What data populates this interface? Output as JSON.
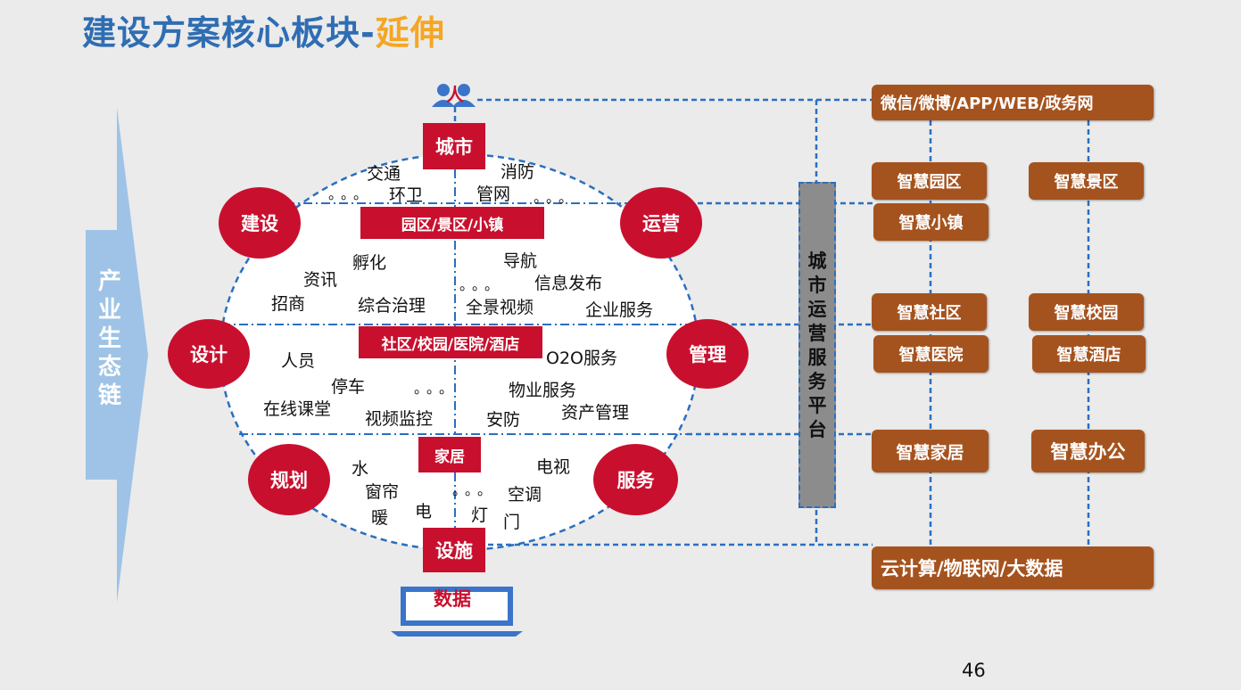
{
  "title": {
    "main": "建设方案核心板块-",
    "accent": "延伸"
  },
  "chain": {
    "label": "产业生态链"
  },
  "nodes": {
    "user": "人",
    "city": "城市",
    "facility": "设施",
    "data": "数据"
  },
  "petals": {
    "build": "建设",
    "operate": "运营",
    "design": "设计",
    "manage": "管理",
    "plan": "规划",
    "service": "服务"
  },
  "layers": {
    "park": "园区/景区/小镇",
    "community": "社区/校园/医院/酒店",
    "home": "家居"
  },
  "city_words": {
    "w1": "交通",
    "w2": "环卫",
    "w3": "消防",
    "w4": "管网"
  },
  "park_words": {
    "w1": "孵化",
    "w2": "资讯",
    "w3": "招商",
    "w4": "综合治理",
    "w5": "导航",
    "w6": "信息发布",
    "w7": "全景视频",
    "w8": "企业服务"
  },
  "community_words": {
    "w1": "人员",
    "w2": "停车",
    "w3": "在线课堂",
    "w4": "视频监控",
    "w5": "O2O服务",
    "w6": "物业服务",
    "w7": "安防",
    "w8": "资产管理"
  },
  "home_words": {
    "w1": "水",
    "w2": "窗帘",
    "w3": "暖",
    "w4": "电",
    "w5": "电视",
    "w6": "空调",
    "w7": "灯",
    "w8": "门"
  },
  "dots": "。。。",
  "platform": {
    "label": "城市运营服务平台"
  },
  "channels": {
    "top": "微信/微博/APP/WEB/政务网",
    "bottom": "云计算/物联网/大数据"
  },
  "smart": {
    "park": "智慧园区",
    "scenic": "智慧景区",
    "town": "智慧小镇",
    "community": "智慧社区",
    "campus": "智慧校园",
    "hospital": "智慧医院",
    "hotel": "智慧酒店",
    "home": "智慧家居",
    "office": "智慧办公"
  },
  "page_number": "46",
  "colors": {
    "title_blue": "#2f6db3",
    "accent": "#f5a623",
    "red": "#c8102e",
    "brown": "#a5531e",
    "dash_blue": "#2a6fc0",
    "arrow_blue": "#9ec3e6"
  }
}
